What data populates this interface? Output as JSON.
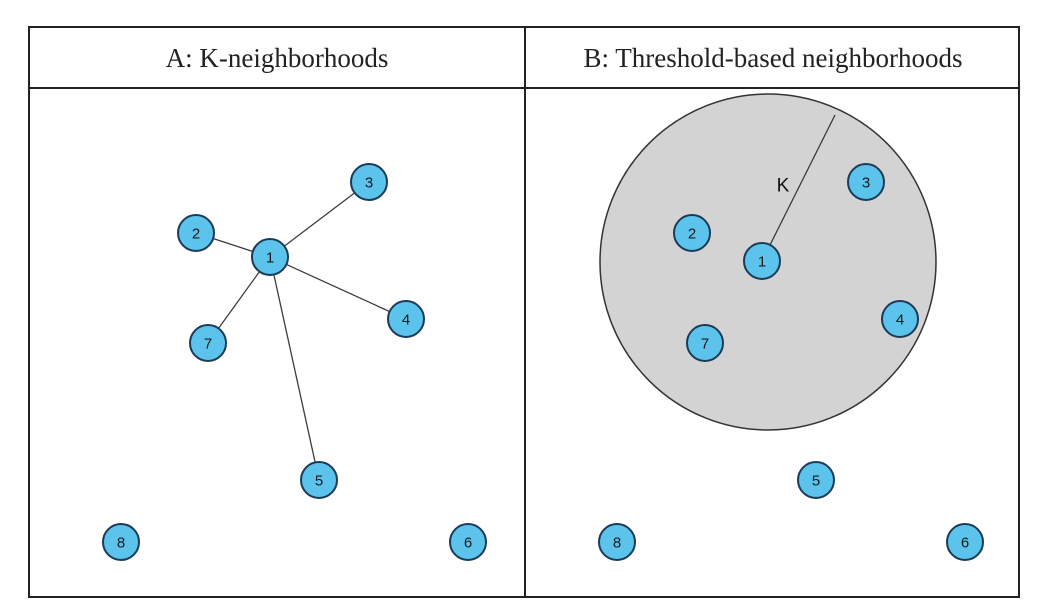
{
  "panels": [
    {
      "id": "a",
      "title": "A: K-neighborhoods",
      "center": "1",
      "neighbors": [
        "2",
        "3",
        "4",
        "5",
        "7"
      ],
      "nodes": [
        "1",
        "2",
        "3",
        "4",
        "5",
        "6",
        "7",
        "8"
      ]
    },
    {
      "id": "b",
      "title": "B: Threshold-based neighborhoods",
      "radius_label": "K",
      "center": "1",
      "nodes": [
        "1",
        "2",
        "3",
        "4",
        "5",
        "6",
        "7",
        "8"
      ]
    }
  ],
  "colors": {
    "node_fill": "#5bc3ec",
    "node_stroke": "#1c3b57",
    "threshold_circle_fill": "#d3d3d3",
    "edge": "#3c3c3c"
  }
}
